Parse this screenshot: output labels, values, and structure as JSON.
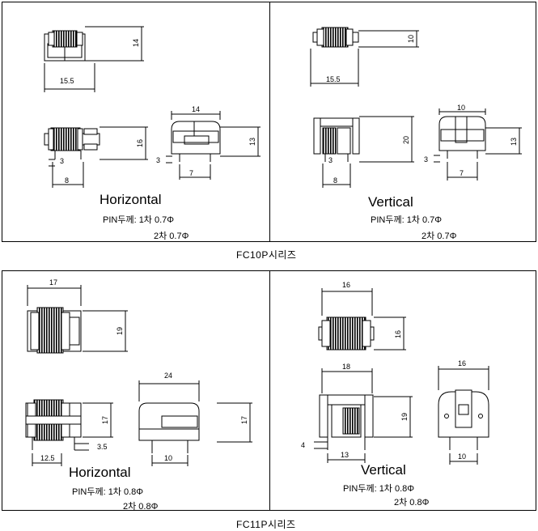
{
  "series_top": {
    "caption": "FC10P시리즈",
    "horizontal": {
      "label": "Horizontal",
      "pin1": "PIN두께: 1차 0.7Φ",
      "pin2": "2차 0.7Φ",
      "dims": {
        "top_h": "14",
        "top_w": "15.5",
        "front_h": "16",
        "front_pin": "3",
        "front_w": "8",
        "side_w": "14",
        "side_h": "13",
        "side_pin": "3",
        "side_base": "7"
      }
    },
    "vertical": {
      "label": "Vertical",
      "pin1": "PIN두께: 1차 0.7Φ",
      "pin2": "2차 0.7Φ",
      "dims": {
        "top_h": "10",
        "top_w": "15.5",
        "front_h": "20",
        "front_pin": "3",
        "front_w": "8",
        "side_w": "10",
        "side_h": "13",
        "side_pin": "3",
        "side_base": "7"
      }
    }
  },
  "series_bottom": {
    "caption": "FC11P시리즈",
    "horizontal": {
      "label": "Horizontal",
      "pin1": "PIN두께: 1차 0.8Φ",
      "pin2": "2차 0.8Φ",
      "dims": {
        "top_w": "17",
        "top_h": "19",
        "front_h": "17",
        "front_pin": "3.5",
        "front_w": "12.5",
        "side_w": "24",
        "side_h": "17",
        "side_base": "10"
      }
    },
    "vertical": {
      "label": "Vertical",
      "pin1": "PIN두께: 1차 0.8Φ",
      "pin2": "2차 0.8Φ",
      "dims": {
        "top_w": "16",
        "top_h": "16",
        "front_w": "18",
        "front_h": "19",
        "front_pin": "4",
        "front_base": "13",
        "side_w": "16",
        "side_base": "10"
      }
    }
  }
}
